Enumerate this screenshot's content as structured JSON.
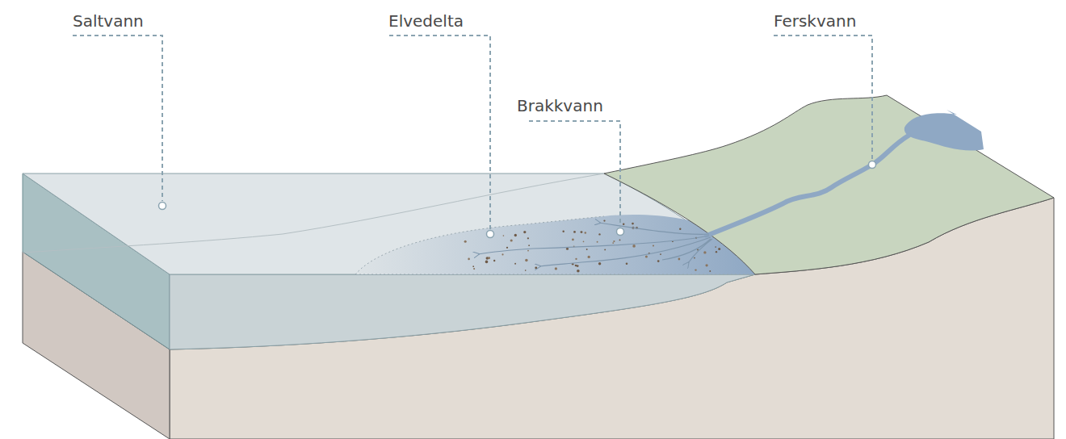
{
  "diagram": {
    "labels": [
      "Saltvann",
      "Elvedelta",
      "Brakkvann",
      "Ferskvann"
    ]
  }
}
